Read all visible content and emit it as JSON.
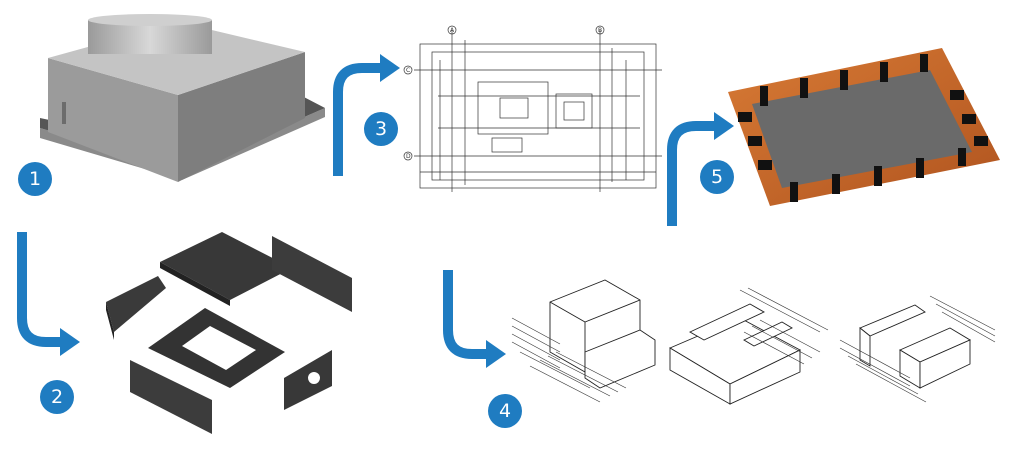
{
  "colors": {
    "accent": "#1f7cc1",
    "concrete_light": "#b9b9b9",
    "concrete_dark": "#4a4a4a",
    "formwork_black": "#3a3a3a",
    "wood": "#c8692a",
    "drawing_line": "#333333"
  },
  "steps": [
    {
      "label": "1"
    },
    {
      "label": "2"
    },
    {
      "label": "3"
    },
    {
      "label": "4"
    },
    {
      "label": "5"
    }
  ],
  "drawing_markers": [
    "A",
    "B",
    "C",
    "D"
  ]
}
